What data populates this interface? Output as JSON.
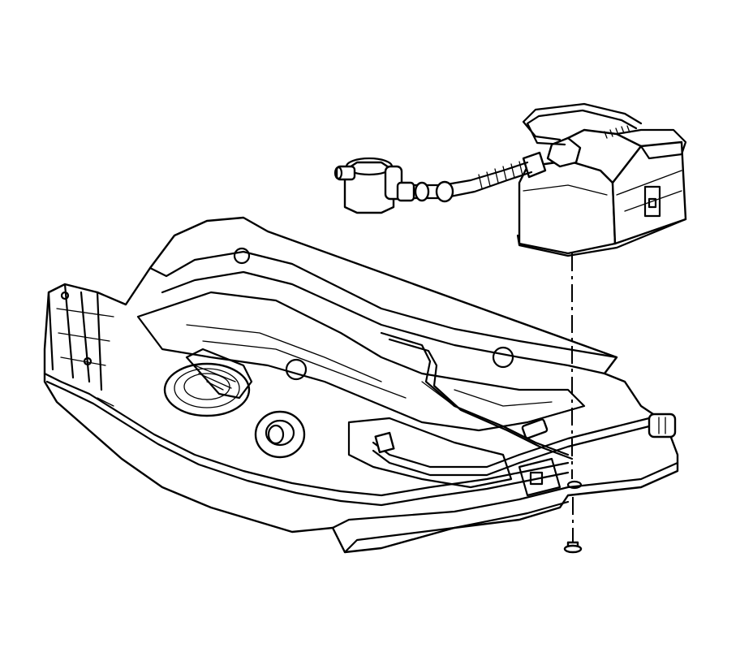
{
  "diagram": {
    "components": [
      {
        "id": "fuel-tank",
        "icon": "fuel-tank-drawing"
      },
      {
        "id": "evap-canister",
        "icon": "canister-drawing"
      },
      {
        "id": "vent-valve",
        "icon": "valve-drawing"
      },
      {
        "id": "vent-hose",
        "icon": "hose-drawing"
      },
      {
        "id": "mounting-bolt",
        "icon": "bolt-drawing"
      }
    ],
    "colors": {
      "line": "#000000",
      "background": "#ffffff"
    }
  }
}
